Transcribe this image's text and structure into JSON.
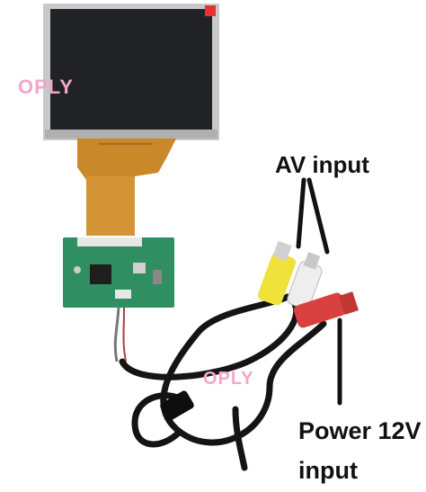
{
  "watermarks": [
    {
      "text": "OPLY",
      "color": "#f3a6c8"
    },
    {
      "text": "OPLY",
      "color": "#f3a6c8"
    }
  ],
  "annotations": {
    "av_input": "AV input",
    "power_line1": "Power 12V",
    "power_line2": "input"
  },
  "colors": {
    "background": "#ffffff",
    "screen": "#202226",
    "pcb": "#2f8f63",
    "flex_cable": "#c9882a",
    "cable": "#141414",
    "rca_yellow": "#f0e23a",
    "rca_white": "#eeeeee",
    "rca_red": "#d8413f",
    "pointer": "#111111"
  }
}
